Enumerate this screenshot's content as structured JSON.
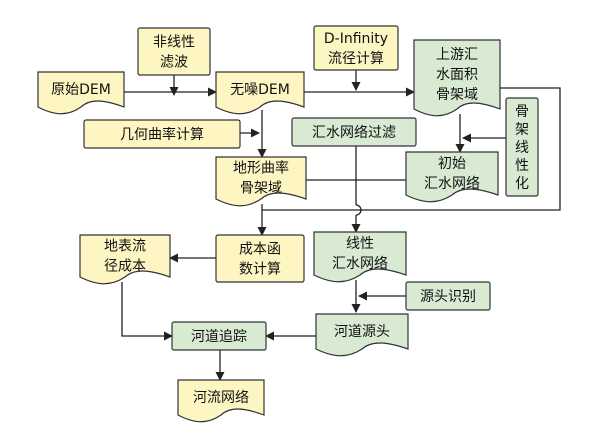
{
  "colors": {
    "yellow_fill": "#fdf6c3",
    "green_fill": "#d9ead3",
    "stroke": "#333333",
    "line": "#222222"
  },
  "nodes": {
    "nonlinear_filter": [
      "非线性",
      "滤波"
    ],
    "dinf": [
      "D-Infinity",
      "流径计算"
    ],
    "original_dem": [
      "原始DEM"
    ],
    "noise_free_dem": [
      "无噪DEM"
    ],
    "upstream_skeleton": [
      "上游汇",
      "水面积",
      "骨架域"
    ],
    "skeleton_linearize": [
      "骨",
      "架",
      "线",
      "性",
      "化"
    ],
    "geo_curvature": [
      "几何曲率计算"
    ],
    "flow_filter": [
      "汇水网络过滤"
    ],
    "initial_network": [
      "初始",
      "汇水网络"
    ],
    "terrain_skeleton": [
      "地形曲率",
      "骨架域"
    ],
    "surface_cost": [
      "地表流",
      "径成本"
    ],
    "cost_func": [
      "成本函",
      "数计算"
    ],
    "linear_network": [
      "线性",
      "汇水网络"
    ],
    "source_ident": [
      "源头识别"
    ],
    "channel_trace": [
      "河道追踪"
    ],
    "channel_source": [
      "河道源头"
    ],
    "river_network": [
      "河流网络"
    ]
  }
}
